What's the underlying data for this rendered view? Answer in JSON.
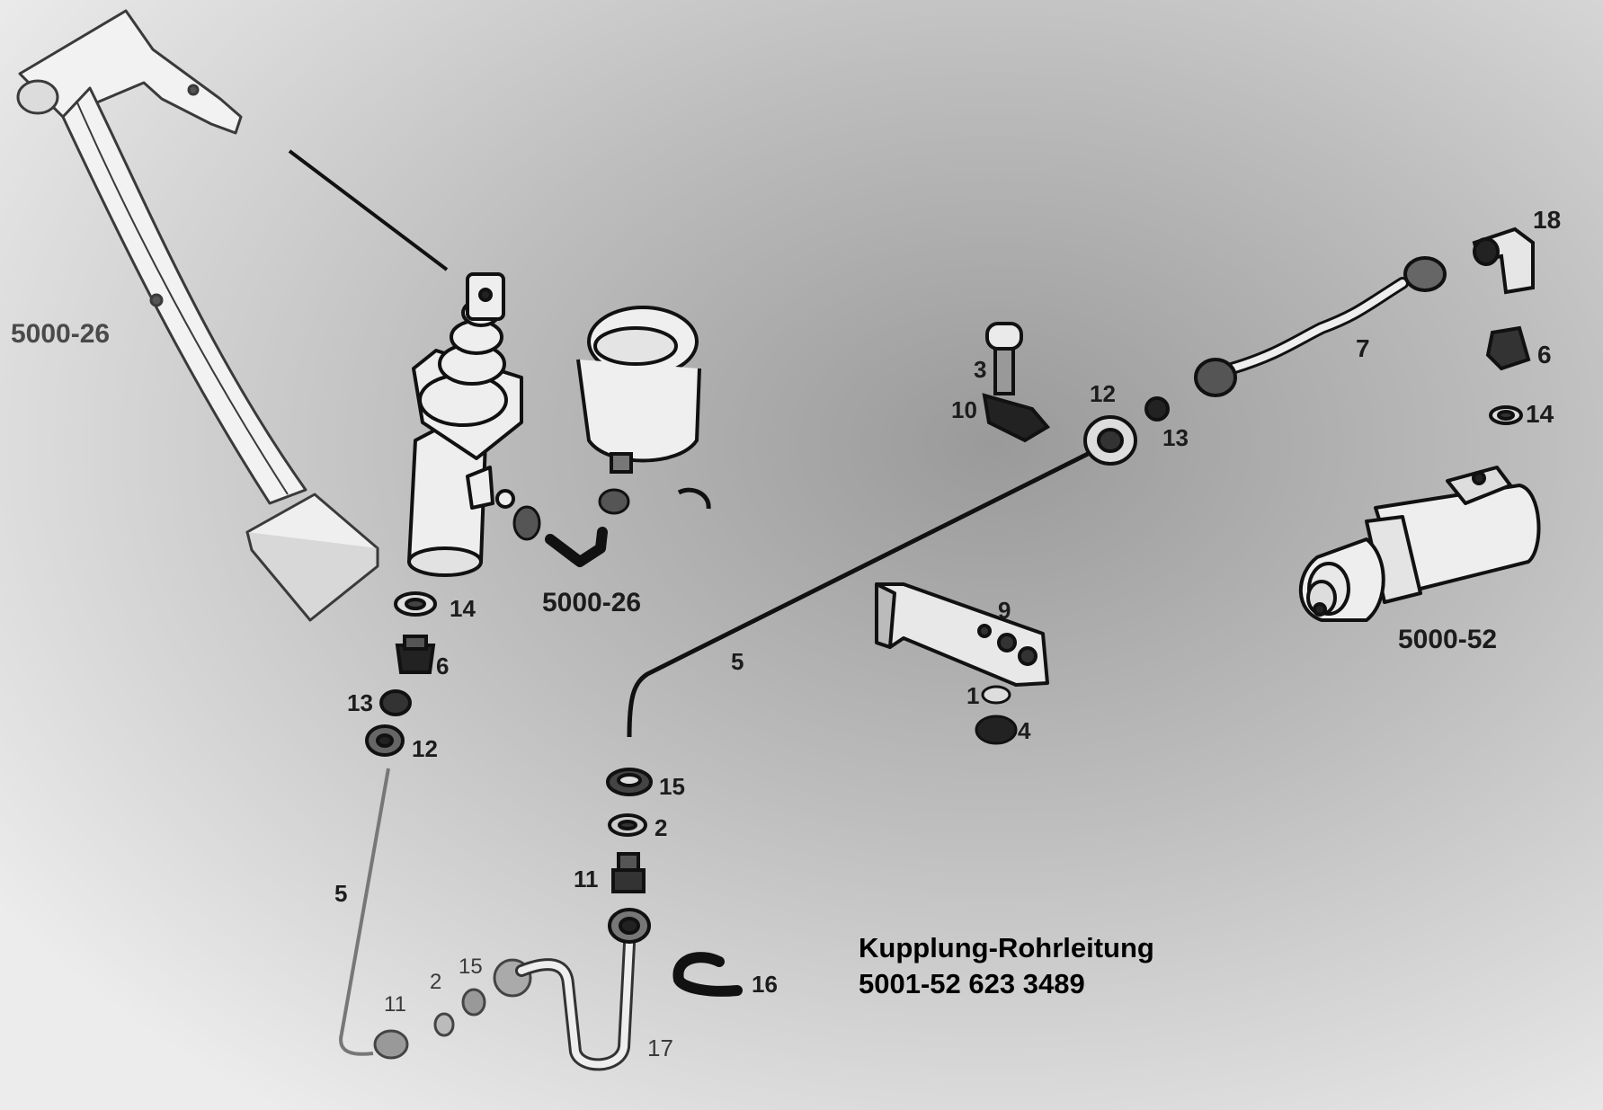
{
  "caption": {
    "title": "Kupplung-Rohrleitung",
    "part_number": "5001-52 623 3489"
  },
  "labels": {
    "pedal_assembly": "5000-26",
    "master_cylinder_assembly": "5000-26",
    "slave_cylinder_assembly": "5000-52",
    "p1": "1",
    "p2_upper": "2",
    "p2_lower": "2",
    "p3": "3",
    "p4": "4",
    "p5_upper": "5",
    "p5_lower": "5",
    "p6_left": "6",
    "p6_right": "6",
    "p7": "7",
    "p9": "9",
    "p10": "10",
    "p11_upper": "11",
    "p11_lower": "11",
    "p12_left": "12",
    "p12_right": "12",
    "p13_left": "13",
    "p13_right": "13",
    "p14_left": "14",
    "p14_right": "14",
    "p15_upper": "15",
    "p15_lower": "15",
    "p16": "16",
    "p17": "17",
    "p18": "18"
  }
}
